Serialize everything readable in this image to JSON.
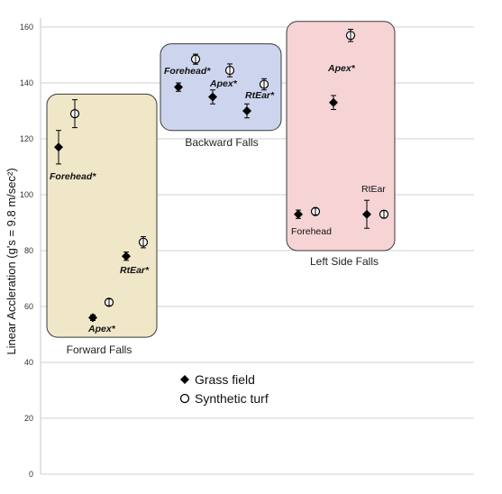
{
  "chart_data": {
    "type": "scatter",
    "ylabel": "Linear Accleration (g's = 9.8 m/sec²)",
    "ylim": [
      0,
      160
    ],
    "yticks": [
      0,
      20,
      40,
      60,
      80,
      100,
      120,
      140,
      160
    ],
    "grid": true,
    "legend_position": "bottom-center",
    "series": [
      {
        "name": "Grass field",
        "marker": "diamond-filled",
        "color": "#000000"
      },
      {
        "name": "Synthetic turf",
        "marker": "circle-open",
        "color": "#000000"
      }
    ],
    "groups": [
      {
        "name": "Forward Falls",
        "box_color": "#f0e6c8",
        "box_border": "#3a3a3a",
        "y_range": [
          49,
          136
        ],
        "points": [
          {
            "location": "Forehead*",
            "label": "Forehead*",
            "bold": true,
            "grass": 117,
            "grass_err": 6,
            "turf": 129,
            "turf_err": 5
          },
          {
            "location": "RtEar*",
            "label": "RtEar*",
            "bold": true,
            "grass": 78,
            "grass_err": 1.5,
            "turf": 83,
            "turf_err": 2
          },
          {
            "location": "Apex*",
            "label": "Apex*",
            "bold": true,
            "grass": 56,
            "grass_err": 1,
            "turf": 61.5,
            "turf_err": 1.2
          }
        ]
      },
      {
        "name": "Backward Falls",
        "box_color": "#cdd5ee",
        "box_border": "#3a3a3a",
        "y_range": [
          123,
          154
        ],
        "points": [
          {
            "location": "Forehead*",
            "label": "Forehead*",
            "bold": true,
            "grass": 138.5,
            "grass_err": 1.5,
            "turf": 148.5,
            "turf_err": 1.8
          },
          {
            "location": "Apex*",
            "label": "Apex*",
            "bold": true,
            "grass": 135,
            "grass_err": 2.5,
            "turf": 144.5,
            "turf_err": 2.3
          },
          {
            "location": "RtEar*",
            "label": "RtEar*",
            "bold": true,
            "grass": 130,
            "grass_err": 2.5,
            "turf": 139.5,
            "turf_err": 2
          }
        ]
      },
      {
        "name": "Left Side Falls",
        "box_color": "#f6d4d6",
        "box_border": "#3a3a3a",
        "y_range": [
          80,
          162
        ],
        "points": [
          {
            "location": "Forehead",
            "label": "Forehead",
            "bold": false,
            "grass": 93,
            "grass_err": 1.5,
            "turf": 94,
            "turf_err": 1.2
          },
          {
            "location": "Apex*",
            "label": "Apex*",
            "bold": true,
            "grass": 133,
            "grass_err": 2.5,
            "turf": 157,
            "turf_err": 2.2
          },
          {
            "location": "RtEar",
            "label": "RtEar",
            "bold": false,
            "grass": 93,
            "grass_err": 5,
            "turf": 93,
            "turf_err": 1.3
          }
        ]
      }
    ]
  }
}
